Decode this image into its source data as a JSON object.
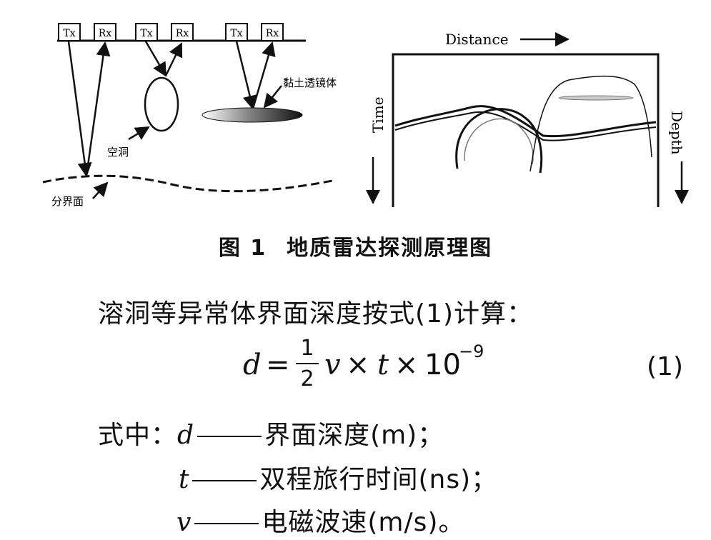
{
  "figure": {
    "left_diagram": {
      "tx_label": "Tx",
      "rx_label": "Rx",
      "label_clay_lens": "黏土透镜体",
      "label_cavity": "空洞",
      "label_interface": "分界面"
    },
    "right_diagram": {
      "label_distance": "Distance",
      "label_time": "Time",
      "label_depth": "Depth"
    },
    "caption_number": "图 1",
    "caption_title": "地质雷达探测原理图"
  },
  "body": {
    "intro": "溶洞等异常体界面深度按式(1)计算：",
    "equation": {
      "lhs": "d",
      "equals": "=",
      "numerator": "1",
      "denominator": "2",
      "v": "v",
      "times1": "×",
      "t": "t",
      "times2": "×",
      "base": "10",
      "exponent": "−9",
      "number": "(1)"
    },
    "definitions": [
      {
        "prefix": "式中：",
        "symbol": "d",
        "text": "界面深度(m)；"
      },
      {
        "prefix": "",
        "symbol": "t",
        "text": "双程旅行时间(ns)；"
      },
      {
        "prefix": "",
        "symbol": "v",
        "text": "电磁波速(m/s)。"
      }
    ]
  }
}
